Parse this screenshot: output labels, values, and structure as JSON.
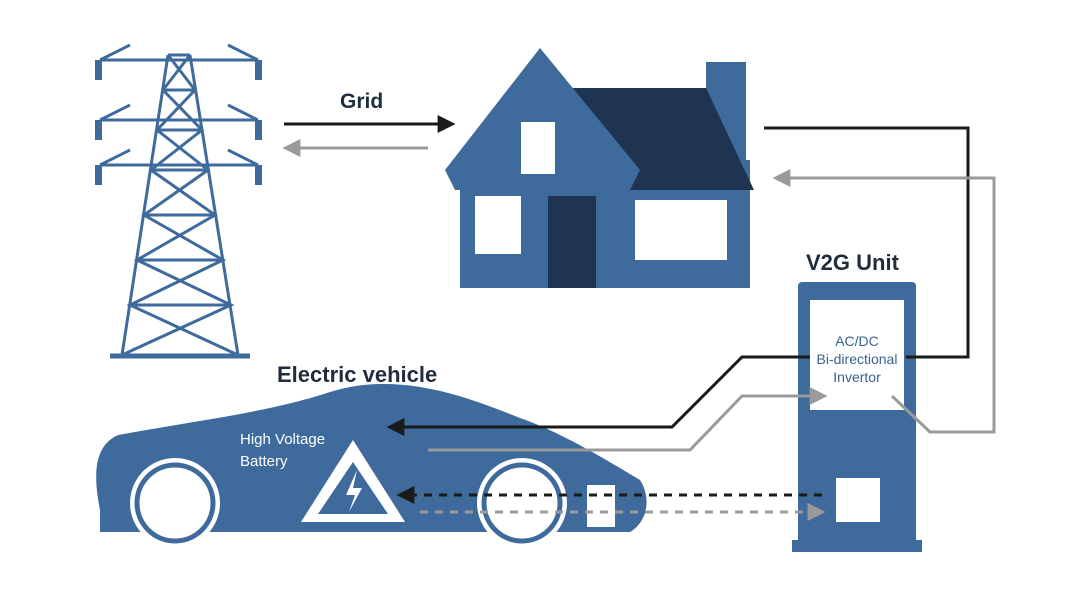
{
  "labels": {
    "grid": "Grid",
    "v2g_unit": "V2G Unit",
    "electric_vehicle": "Electric vehicle",
    "battery_line1": "High Voltage",
    "battery_line2": "Battery",
    "inverter_line1": "AC/DC",
    "inverter_line2": "Bi-directional",
    "inverter_line3": "Invertor"
  },
  "colors": {
    "primary_blue": "#3e6a9c",
    "dark_navy": "#1f3450",
    "arrow_dark": "#1a1a1a",
    "arrow_gray": "#9a9a9a",
    "background": "#ffffff"
  },
  "icons": {
    "tower": "transmission-tower-icon",
    "house": "house-icon",
    "car": "electric-car-icon",
    "battery": "high-voltage-warning-icon",
    "charger": "v2g-charger-icon"
  }
}
